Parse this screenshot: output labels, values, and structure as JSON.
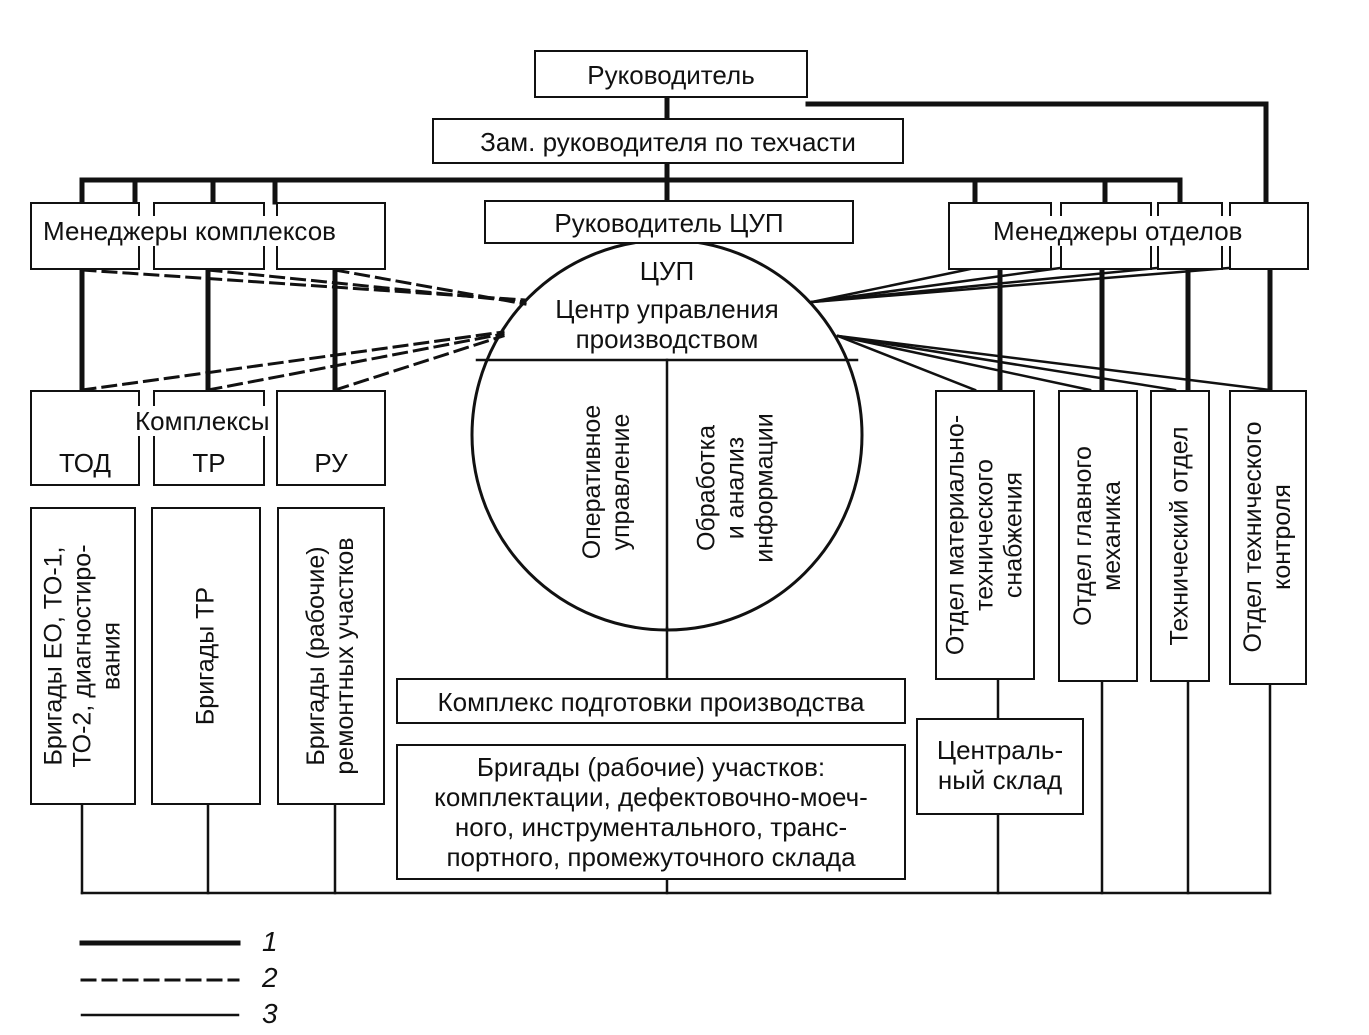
{
  "boxes": {
    "head": "Руководитель",
    "deputy": "Зам. руководителя по техчасти",
    "complex_managers": "Менеджеры комплексов",
    "cup_head": "Руководитель ЦУП",
    "dept_managers": "Менеджеры отделов",
    "complexes": "Комплексы",
    "tod": "ТОД",
    "tr": "ТР",
    "ru": "РУ",
    "prep_complex": "Комплекс подготовки производства",
    "central_store": [
      "Централь-",
      "ный склад"
    ]
  },
  "circle": {
    "abbr": "ЦУП",
    "title": [
      "Центр управления",
      "производством"
    ],
    "left_half": [
      "Оперативное",
      "управление"
    ],
    "right_half": [
      "Обработка",
      "и анализ",
      "информации"
    ]
  },
  "brigades": {
    "tod": [
      "Бригады ЕО, ТО-1,",
      "ТО-2, диагностиро-",
      "вания"
    ],
    "tr": [
      "Бригады ТР"
    ],
    "ru": [
      "Бригады (рабочие)",
      "ремонтных участков"
    ],
    "sites": [
      "Бригады (рабочие) участков:",
      "комплектации, дефектовочно-моеч-",
      "ного, инструментального, транс-",
      "портного, промежуточного склада"
    ]
  },
  "departments": {
    "supply": [
      "Отдел материально-",
      "технического",
      "снабжения"
    ],
    "mechanic": [
      "Отдел главного",
      "механика"
    ],
    "technical": [
      "Технический отдел"
    ],
    "quality": [
      "Отдел технического",
      "контроля"
    ]
  },
  "legend": [
    "1",
    "2",
    "3"
  ]
}
